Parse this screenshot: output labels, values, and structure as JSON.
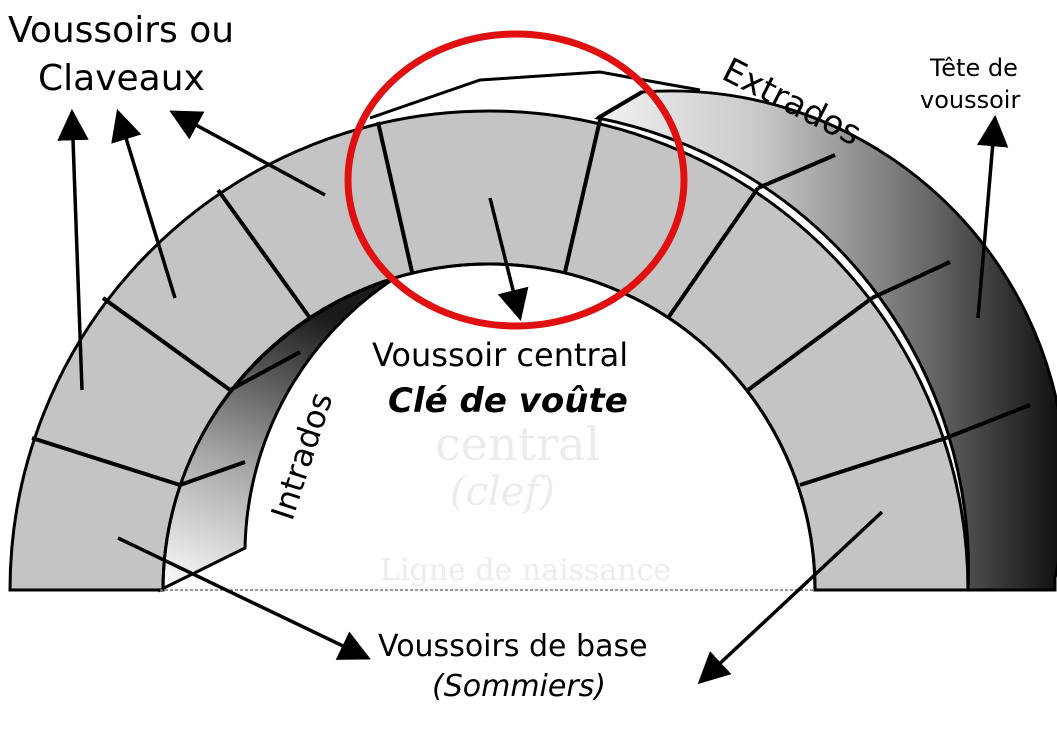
{
  "labels": {
    "voussoirs_line1": "Voussoirs ou",
    "voussoirs_line2": "Claveaux",
    "extrados": "Extrados",
    "tete_line1": "Tête de",
    "tete_line2": "voussoir",
    "central_line1": "Voussoir central",
    "central_line2": "Clé de voûte",
    "intrados": "Intrados",
    "base_line1": "Voussoirs de base",
    "base_line2": "(Sommiers)"
  },
  "colors": {
    "stone": "#c4c4c4",
    "outline": "#000000",
    "highlight_circle": "#e01010"
  }
}
